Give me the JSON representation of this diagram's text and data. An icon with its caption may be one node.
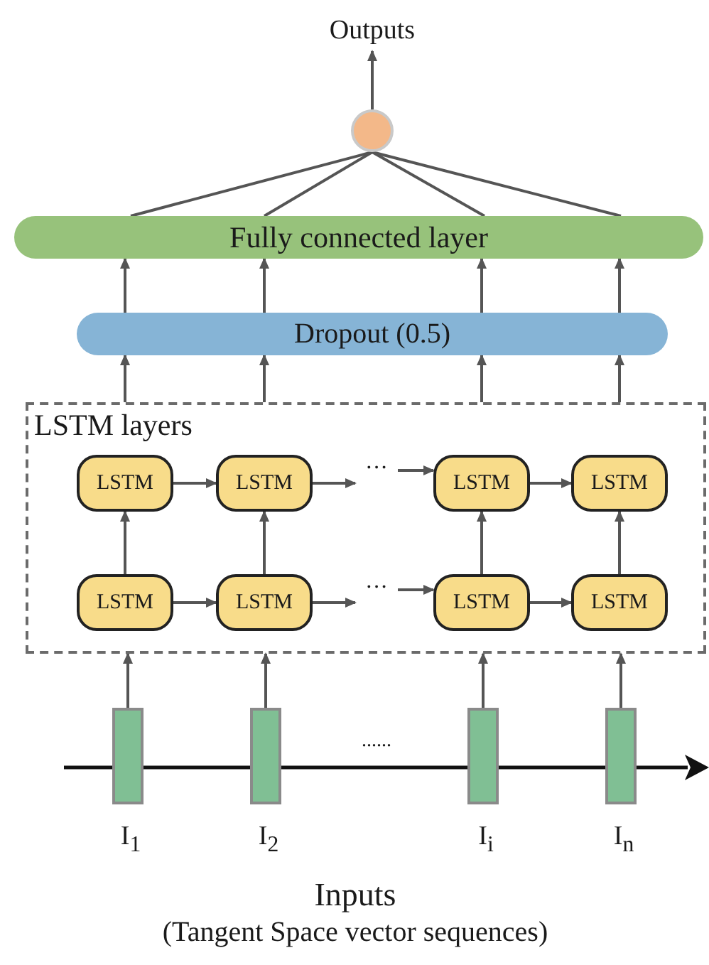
{
  "diagram": {
    "nodes": [
      {
        "text": [
          "Outputs"
        ]
      },
      {
        "text": [],
        "shape": "circle"
      },
      {
        "text": [
          "Fully connected layer"
        ]
      },
      {
        "text": [
          "Dropout (0.5)"
        ]
      },
      {
        "text": [
          "LSTM layers"
        ]
      },
      {
        "text": [
          "LSTM"
        ],
        "in": 4
      },
      {
        "text": [
          "LSTM"
        ],
        "in": 4
      },
      {
        "text": [
          "LSTM"
        ],
        "in": 4
      },
      {
        "text": [
          "LSTM"
        ],
        "in": 4
      },
      {
        "text": [
          "LSTM"
        ],
        "in": 4
      },
      {
        "text": [
          "LSTM"
        ],
        "in": 4
      },
      {
        "text": [
          "LSTM"
        ],
        "in": 4
      },
      {
        "text": [
          "LSTM"
        ],
        "in": 4
      },
      {
        "text": [],
        "shape": "bar",
        "beside": [
          "I$_{1}$"
        ]
      },
      {
        "text": [],
        "shape": "bar",
        "beside": [
          "I$_{2}$"
        ]
      },
      {
        "text": [],
        "shape": "bar",
        "beside": [
          "I$_{i}$"
        ]
      },
      {
        "text": [],
        "shape": "bar",
        "beside": [
          "I$_{n}$"
        ]
      },
      {
        "text": [
          "···"
        ],
        "in": 4
      },
      {
        "text": [
          "···"
        ],
        "in": 4
      }
    ],
    "edges": [
      {
        "from": 1,
        "to": 0,
        "arrow": "to"
      },
      {
        "from": 2,
        "to": 1,
        "arrow": "none"
      },
      {
        "from": 2,
        "to": 1,
        "arrow": "none"
      },
      {
        "from": 2,
        "to": 1,
        "arrow": "none"
      },
      {
        "from": 2,
        "to": 1,
        "arrow": "none"
      },
      {
        "from": 3,
        "to": 2,
        "arrow": "to"
      },
      {
        "from": 3,
        "to": 2,
        "arrow": "to"
      },
      {
        "from": 3,
        "to": 2,
        "arrow": "to"
      },
      {
        "from": 3,
        "to": 2,
        "arrow": "to"
      },
      {
        "from": 4,
        "to": 3,
        "arrow": "to"
      },
      {
        "from": 4,
        "to": 3,
        "arrow": "to"
      },
      {
        "from": 4,
        "to": 3,
        "arrow": "to"
      },
      {
        "from": 4,
        "to": 3,
        "arrow": "to"
      },
      {
        "from": 5,
        "to": 6,
        "arrow": "to"
      },
      {
        "from": 6,
        "to": 17,
        "arrow": "to"
      },
      {
        "from": 17,
        "to": 7,
        "arrow": "to"
      },
      {
        "from": 7,
        "to": 8,
        "arrow": "to"
      },
      {
        "from": 9,
        "to": 10,
        "arrow": "to"
      },
      {
        "from": 10,
        "to": 18,
        "arrow": "to"
      },
      {
        "from": 18,
        "to": 11,
        "arrow": "to"
      },
      {
        "from": 11,
        "to": 12,
        "arrow": "to"
      },
      {
        "from": 9,
        "to": 5,
        "arrow": "to"
      },
      {
        "from": 10,
        "to": 6,
        "arrow": "to"
      },
      {
        "from": 11,
        "to": 7,
        "arrow": "to"
      },
      {
        "from": 12,
        "to": 8,
        "arrow": "to"
      },
      {
        "from": 13,
        "to": 4,
        "arrow": "to"
      },
      {
        "from": 14,
        "to": 4,
        "arrow": "to"
      },
      {
        "from": 15,
        "to": 4,
        "arrow": "to"
      },
      {
        "from": 16,
        "to": 4,
        "arrow": "to"
      }
    ],
    "labels": [
      "......",
      "Inputs",
      "(Tangent Space vector sequences)"
    ]
  }
}
